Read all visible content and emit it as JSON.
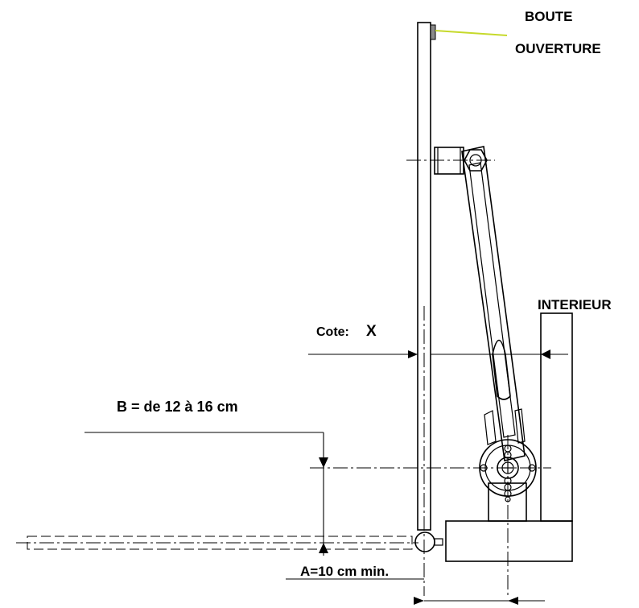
{
  "labels": {
    "boute_line1": "BOUTE",
    "boute_line2": "OUVERTURE",
    "interieur": "INTERIEUR",
    "cote_prefix": "Cote: ",
    "cote_x": "X",
    "b_dim": "B = de 12 à 16 cm",
    "a_dim": "A=10 cm min."
  },
  "colors": {
    "leader": "#c6d92b",
    "stop": "#8a8a8a"
  }
}
